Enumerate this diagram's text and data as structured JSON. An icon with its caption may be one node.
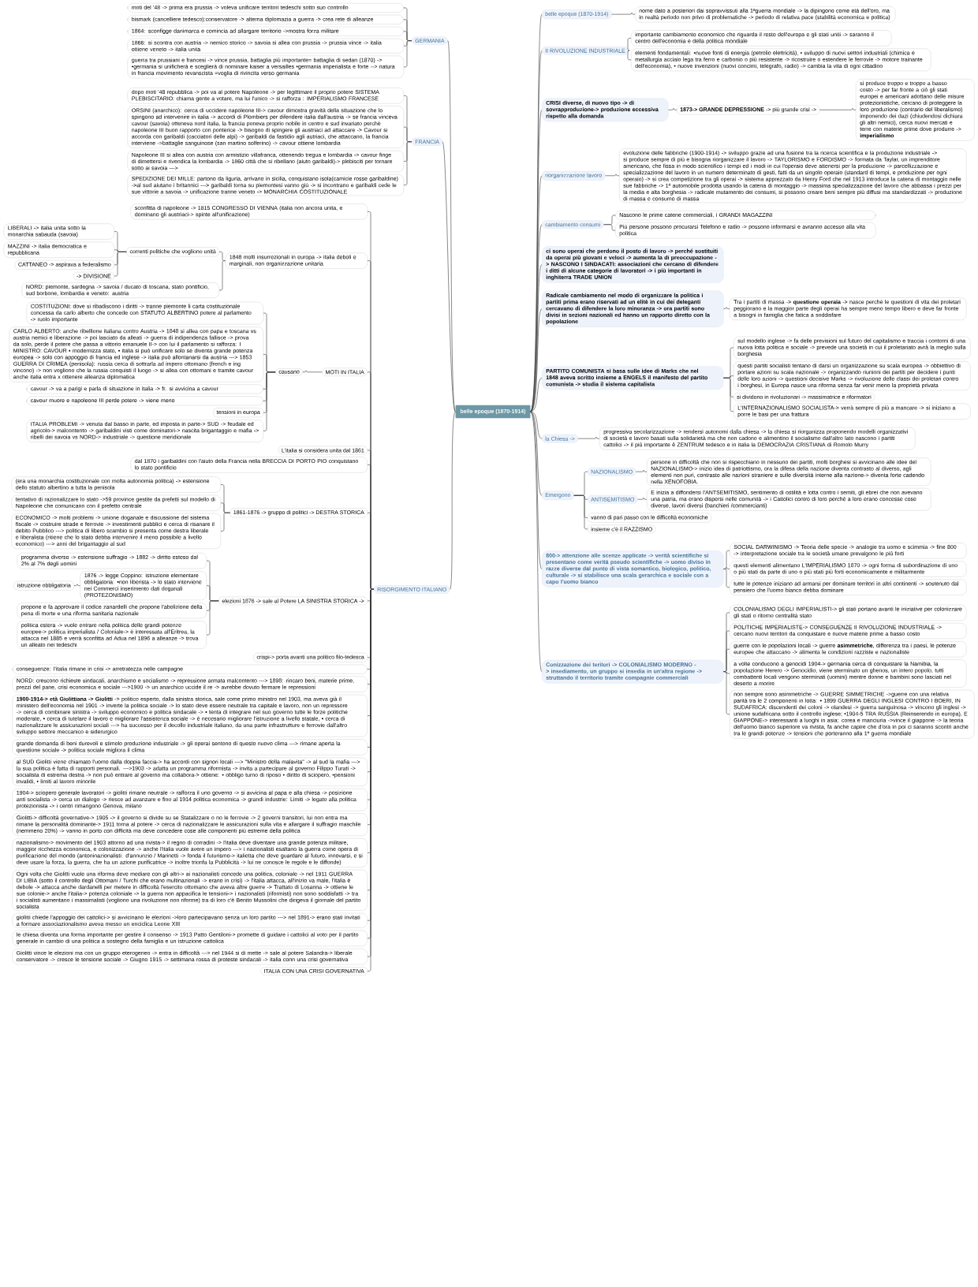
{
  "diagram": {
    "nodes": [
      {
        "text": [
          "belle epoque (1870-1914)"
        ]
      },
      {
        "text": [
          "GERMANIA"
        ]
      },
      {
        "text": [
          "moti del '48 -> prima era prussia -> voleva unificare territori tedeschi sotto suo controllo"
        ]
      },
      {
        "text": [
          "bismark (cancelliere tedesco):conservatore -> alterna diplomazia a guerra -> crea rete di alleanze"
        ]
      },
      {
        "text": [
          "1864: sconfigge danimarca e comincia ad allargare territorio ->mostra forza militare"
        ]
      },
      {
        "text": [
          "1866: si scontra con austria -> nemico storico -> savoia si allea con prussia -> prussia vince -> italia ottiene veneto -> italia unita"
        ]
      },
      {
        "text": [
          "guerra tra prussiani e francesi -> vince prussia, battaglia più importante= battaglia di sedan (1870) -> •germania si unificherà e sceglierà di nominare kaiser a versailles •germania imperialista e forte --> natura in francia movimento revanscista =voglia di rivincita verso germania"
        ]
      },
      {
        "text": [
          "FRANCIA"
        ]
      },
      {
        "text": [
          "dopo moti '48 repubblica -> poi va al potere Napoleone -> per legittimare il proprio potere SISTEMA PLEBISCITARIO: chiama gente a votare, ma lui l'unico -> si rafforza : IMPERIALISMO FRANCESE"
        ]
      },
      {
        "text": [
          "ORSINI (anarchico): cerca di uccidere napoleone III-> cavour dimostra gravità della situazione che lo spingono ad intervenire in italia -> accordi di Plombiers per difendere italia dall'austria -> se francia vinceva cavour (savoia) otteneva nord italia, la francia poneva proprio nobile in centro e sud invariato perchè napoleone III buon rapporto con ponterice -> bisogno di spingere gli austriaci ad attaccare -> Cavour si accorda con garibaldi (cacciatori delle alpi) -> garibaldi da fastidio agli autriaci, che attaccano, la francia interviene ->battaglie sanguinose (san martino solferino) -> cavour ottiene lombardia"
        ]
      },
      {
        "text": [
          "Napoleone III si allea con austria con armistizio villafranca, ottenendo tregua e lombardia -> cavour finge di dimettersi e rivendica la lombardia -> 1860 città che si ribellano (aiuto garibaldi)-> plebisciti per tornare sotto ai savoia --->"
        ]
      },
      {
        "text": [
          "SPEDIZIONE DEI MILLE: partono da liguria, arrivano in sicilia, conquistano isola(camicie rosse garibaldine) ->al sud aiutano i britannici ---> garibaldi torna su piemontesi vanno giù -> si incontrano e garibaldi cede le sue vittorie a savoia -> unificazione tranne veneto -> MONARCHIA COSTITUZIONALE"
        ]
      },
      {
        "text": [
          "RISORGIMENTO ITALIANO"
        ]
      },
      {
        "text": [
          "sconfitta di napoleone -> 1815 CONGRESSO DI VIENNA (italia non ancora unita, e dominano gli austriaci-> spinte all'unificazione)"
        ]
      },
      {
        "text": [
          "1848 molti insurrezionali in europa -> italia deboli e marginali, non organizzazione unitaria"
        ]
      },
      {
        "text": [
          "correnti politiche che vogliono unità"
        ]
      },
      {
        "text": [
          "LIBERALI -> italia unita sotto la monarchia sabauda (savoia)"
        ]
      },
      {
        "text": [
          "MAZZINI -> italia democratica e repubblicana"
        ]
      },
      {
        "text": [
          "CATTANEO -> aspirava a federalismo"
        ]
      },
      {
        "text": [
          "-> DIVISIONE"
        ]
      },
      {
        "text": [
          "NORD: piemonte, sardegna -> savoia / ducato di toscana, stato pontificio, sud borbone, lombardia e veneto: austria"
        ]
      },
      {
        "text": [
          "MOTI IN ITALIA"
        ]
      },
      {
        "text": [
          "causano"
        ]
      },
      {
        "text": [
          "COSTITUZIONI: dove si ribadiscono i diritti -> tranne piemonte li carta costituzionale concessa da carlo alberto che concede con STATUTO ALBERTINO potere al parlamento -> ruolo importante"
        ]
      },
      {
        "text": [
          "CARLO ALBERTO: anche ribellione italiana contro Austria -> 1848 si allea con papa e toscana vs austria nemici e liberazione -> poi lasciato da alleati -> guerra di indipendenza fallisce -> prova da solo, perde il potere che passa a vittorio emanuele II-> con lui il parlamento si rafforza: I MINISTRO: CAVOUR • modernizza stato, • italia si può unificare solo se diventa grande potenza europea -> solo con appoggio di francia ed inglese -> italia può allontanarsi da austria ---> 1853 GUERRA DI CRIMEA (penisola): russia cerca di sottrarla ad impero ottomano (french e ing vincono) -> non vogliono che la russia conquisti il luogo -> si allea con ottomani e tramite cavour anche italia entra x ottenere alleanza diplomatica"
        ]
      },
      {
        "text": [
          "cavour -> va a parigi e parla di situazione in italia -> fr. si avvicina a cavour"
        ]
      },
      {
        "text": [
          "cavour muore e napoleone III perde potere -> viene meno"
        ]
      },
      {
        "text": [
          "tensioni in europa"
        ]
      },
      {
        "text": [
          "ITALIA PROBLEMI -> venuta dal basso in parte, ed imposta in parte-> SUD -> feudale ed agricolo-> malcontento -> garibaldini visti come dominatori-> nascita brigantaggio e mafia -> ribelli dei savoia vs NORD-> industriale -> questione meridionale"
        ]
      },
      {
        "text": [
          "L'italia si considera unita dal 1861"
        ]
      },
      {
        "text": [
          "dal 1870 i garibaldini con l'aiuto della Francia nella BRECCIA DI PORTO PIO conquistano lo stato pontificio"
        ]
      },
      {
        "text": [
          "1861-1876 -> gruppo di politici -> DESTRA STORICA"
        ]
      },
      {
        "text": [
          "(era una monarchia costituzionale con molta autonomia politica) -> estensione dello statuto albertino a tutta la penisola"
        ]
      },
      {
        "text": [
          "tentativo di razionalizzare lo stato ->59 province gestite da prefetti sul modello di Napoleone che comunicano con il prefetto centrale"
        ]
      },
      {
        "text": [
          "ECONOMICO -> molti problemi -> unione doganale e discussione del sistema fiscale -> costruire strade e ferrovie -> investimenti pubblici e cerca di risanare il debito Pubblico ---> politica di libero scambio si presenta come destra liberale e liberalista (ritiene che lo stato debba intervenire il meno possibile a livello economico) ---> anni del brigantaggio al sud"
        ]
      },
      {
        "text": [
          "elezioni 1876 -> sale al Potere LA SINISTRA STORICA ->"
        ]
      },
      {
        "text": [
          "programma diverso -> estensione suffragio -> 1882 -> diritto esteso dal 2% al 7% degli uomini"
        ]
      },
      {
        "text": [
          "1876 -> legge Coppino: istruzione elementare obbligatoria: •non liberista -> lo stato interviene nei Commerci inserimento dati doganali (PROTEZONISMO)"
        ]
      },
      {
        "text": [
          "istruzione obbligatoria"
        ]
      },
      {
        "text": [
          "propone e fa approvare il codice zanardelli che propone l'abolizione della pena di morte e una riforma sanitaria nazionale"
        ]
      },
      {
        "text": [
          "politica estera -> vuole entrare nella politica delle grandi potenze europee-> politica imperialista / Coloniale-> è interessata all'Eritrea, la attacca nel 1885 e verrà sconfitta ad Adua nel 1896 a alleanze -> trova un alleato nei tedeschi"
        ]
      },
      {
        "text": [
          "crispi-> porta avanti una politico filo-tedesca"
        ]
      },
      {
        "text": [
          "conseguenze: l'italia rimane in crisi -> arretratezza nelle campagne"
        ]
      },
      {
        "text": [
          "NORD: crescono richieste sindacali, anarchismo e socialismo -> repressione armata malcontento ---> 1898: rincaro beni, materie prime, prezzi del pane, crisi economica e sociale --->1900 -> un anarchico uccide il re -> avrebbe dovuto fermare le repressioni"
        ]
      },
      {
        "text": [
          "**1900-1914-> età Giolittiana -> Giolitti** -> politico esperto, dalla sinistra storica, sale come primo ministro nel 1903, ma aveva già il ministero dell'economia nel 1901 -> inverte la politica sociale -> lo stato deve essere neutrale tra capitale e lavoro, non un repressore -> cerca di combinare sinistra -> sviluppo economico e politica sindacale -> • tenta di integrare nel suo governo tutte le forze politiche moderate, • cerca di tutelare il lavoro e migliorare l'assistenza sociale -> è necesario migliorare l'istruzione a livello statale, • cerca di nazionalizzare le assicurazioni sociali ---> ha successo per il decollo industriale italiano, da una parte infrastrutture e ferrovie dall'altro sviluppo settore meccanico e siderurgico"
        ]
      },
      {
        "text": [
          "grande domanda di beni durevoli e stimolo produzione industriale -> gli operai sentono di questo nuovo clima ---> rimane aperta la questione sociale -> politica sociale migliora il clima"
        ]
      },
      {
        "text": [
          "al SUD Giolitti viene chiamato l'uomo dalla doppia faccia-> ha accordi con signori locali ---> \"Ministro della malavita\" -> al sud la mafia ---> la sua politica è fatta di rapporti personali. --->1903 -> adatta un programma riformista -> invita a partecipare al governo Filippo Turati -> socialista di estrema destra -> non può entrare al governo ma collabora-> ottiene: • obbligo turno di riposo • diritto di sciopero, •pensioni invalidi, • limiti al lavoro minorile"
        ]
      },
      {
        "text": [
          "1904-> sciopero generale lavoratori -> giolitti rimane neutrale -> rafforza il uno governo -> si avvicina al papa e alla chiesa -> posizione anti socialista -> cerca un dialogo -> riesce ad avanzare e fino al 1914 politica economica -> grandi industrie: Limiti -> legato alla politica protezionista -> i centri rimangono Genova, milano"
        ]
      },
      {
        "text": [
          "Giolitti-> difficoltà governative-> 1905 -> il governo si divide su se Statalizzare o no le ferrovie -> 2 governi transitori, lui non entra ma rimane la personalità dominante-> 1911 torna al potere -> cerca di nazionalizzare le assicurazioni sulla vita e allargare il suffragio maschile (nemmeno 20%) -> vanno in porto con difficità ma deve concedere cose alle componenti più estreme della politica"
        ]
      },
      {
        "text": [
          "nazionalismo-> movimento del 1903 attorno ad una rivista-> il regno di corradini -> l'italia deve diventare una grande potenza militare, maggior ricchezza economica, e colonizzazione -> anche l'italia vuole avere un impero ---> i nazionalisti esaltano la guerra come opera di purificazione del mondo (antoninazionalisti: d'annunzio / Marinetti -> fonda il futurismo-> italietta che deve guardare al futuro, innovarsi, e si deve usare la forza, la guerra, che ha un azione purificatrice -> inoltre trionfa la Pubblicità -> lui ne conosce le regole e le diffonde)"
        ]
      },
      {
        "text": [
          "Ogni volta che Giolitti vuole una riforma deve mediare con gli altri-> ai nazionalisti concede una politica, coloniale -> nel 1911 GUERRA DI LIBIA (sotto il controllo degli Ottomani / Turchi che erano multinazionali -> erano in crisi) -> l'italia attacca, all'inizio va male, l'italia è debole -> attacca anche dardanelli per metere in difficoltà l'esercito ottomano che aveva altre guerre -> Trattato di Losanna -> ottiene le sue colonie-> anche l'italia-> potenza coloniale -> la guerra non appacifica le tensioni-> i nazionalisti (riformisti) non sono soddisfatti -> tra i socialisti aumentano i massimalisti (vogliono una rivoluzione non riforme) tra di loro c'è Benito Mussolini che dirigeva il giornale del partito socialista"
        ]
      },
      {
        "text": [
          "giolitti chiede l'appoggio dei cattolici-> si avvicinano le elezioni ->loro partecipavano senza un loro partito ---> nel 1891-> erano stati invitati a formare associazionalismo aveva messo un enciclica Leone XIII"
        ]
      },
      {
        "text": [
          "le chiesa diventa una forma importante per gestire il consenso -> 1913 Patto Gentiloni-> promette di guidare i cattolici al voto per il partito generale in cambio di una politica a sostegno della famiglia e un istruzione cattolica"
        ]
      },
      {
        "text": [
          "Giolitti vince le elezioni ma con un gruppo eterogeneo -> entra in difficoltà ---> nel 1944 si di mette -> sale al potere Salandra-> liberale conservatore -> cresce le tensione sociale -> Giugno 1915 -> settimana rossa di proteste sindacali -> italia conn una crisi governativa"
        ]
      },
      {
        "text": [
          "ITALIA CON UNA CRISI GOVERNATIVA"
        ]
      },
      {
        "text": [
          "belle epoque (1870-1914)"
        ]
      },
      {
        "text": [
          "nome dato a posteriori dai sopravvissuti alla 1ªguerra mondiale -> la dipingono come età dell'oro, ma in realtà periodo non privo di problematiche -> periodo di relativa pace (stabilità economica e politica)"
        ]
      },
      {
        "text": [
          "II RIVOLUZIONE INDUSTRIALE"
        ]
      },
      {
        "text": [
          "importante cambiamento economico che riguarda il resto dell'europa e gli stati uniti -> saranno il centro dell'economia e della politica mondiale"
        ]
      },
      {
        "text": [
          "elementi fondamentali: •nuove fonti di energia (petrolio elettricità), • sviluppo di nuovi settori industriali (chimica e metallurgia acciaio lega tra ferro e carbonio o più resistente -> ricostruire o estendere le ferrovie -> motore trainante dell'economia), • nuove invenzioni (nuovi concimi, telegrafo, radio) -> cambia la vita di ogni cittadino"
        ]
      },
      {
        "text": [
          "CRISI diverse, di nuovo tipo -> di sovrapproduzione-> produzione eccessiva rispetto alla domanda"
        ]
      },
      {
        "text": [
          "**1873-> GRANDE DEPRESSIONE** -> più grande crisi ->"
        ]
      },
      {
        "text": [
          "si produce troppo e troppo a basso costo -> per far fronte a ciò gli stati europei e americani adottano delle misure protezionistiche, cercano di proteggere la loro produzione (contrario del liberalismo) imponendo dei dazi (chiudendosi dichiara gli altri nemici), cerca nuovi mercati e terre con materie prime dove produrre -> **imperialismo**"
        ]
      },
      {
        "text": [
          "riorganizzazione lavoro"
        ]
      },
      {
        "text": [
          "evoluzione delle fabbriche (1900-1914) -> sviluppo grazie ad una fusione tra la ricerca scientifica e la produzione industriale -> si produce sempre di più e bisogna riorganizzare il lavoro -> TAYLORISMO e FORDISMO -> formata da Taylar, un imprenditore americano, che fissa in modo scientifico i tempi ed i modi in cui l'operaio deve attenersi per la produzione -> parcellizzazione e specializzazione del lavoro in un numero determinato di gesti, fatti da un singolo operaio (standard di tempi, e produzione per ogni operaio) -> si crea competizione tra gli operai -> sistema apprezzato da Henry Ford che nel 1913 introduce la catena di montaggio nelle sue fabbriche -> 1ª automobile prodotta usando la catena di montaggio -> massima specializzazione del lavoro che abbassa i prezzi per la media e alta borghesia -> radicale mutamento dei consumi, si possono creare beni sempre più diffusi ma standardizzati -> produzione di massa e consumo di massa"
        ]
      },
      {
        "text": [
          "cambiamento consumi"
        ]
      },
      {
        "text": [
          "Nascono le prime catene commerciali, i GRANDI MAGAZZINI"
        ]
      },
      {
        "text": [
          "Più persone possono procurarsi Telefono e radio -> possono informarsi e avranno accesso alla vita politica"
        ]
      },
      {
        "text": [
          "ci sono operai che perdono il posto di lavoro -> perché sostituiti da operai più giovani e veloci -> aumenta la di preoccupazione -> NASCONO I SINDACATI: associazioni che cercano di difendere i ditti di alcune categorie di lavoratori -> i più importanti in inghiterra TRADE UNION"
        ]
      },
      {
        "text": [
          "Radicale cambiamento nel modo di organizzare la politica i partiti prima erano riservati ad un elitè in cui dei deleganti cercavano di difendere la loro minoranza -> ora partiti sono divisi in sezioni nazionali ed hanno un rapporto diretto con la popolazione"
        ]
      },
      {
        "text": [
          "Tra i partiti di massa -> **questione operaia** -> nasce perché le questioni di vita dei proletari peggiorano e la maggior parte degli operai ha sempre meno tempo libero e deve far fronte a bisogni in famiglia che fatica a soddisfare"
        ]
      },
      {
        "text": [
          "PARTITO COMUNISTA si basa sulle idee di Marks che nel 1848 aveva scritto insieme a ENGELS il manifesto del partito comunista -> studia il sistema capitalista"
        ]
      },
      {
        "text": [
          "sul modello inglese -> fa delle previsioni sul futuro del capitalismo e traccia i contorni di una nuova lotta politica e sociale -> prevede una società in cui il proletariato avrà la meglio sulla borghesia"
        ]
      },
      {
        "text": [
          "questi partiti socialisti tentano di darsi un organizzazione su scala europea -> obbiettivo di portare azioni su scala nazionale -> organizzando riunioni dei partiti per decidere i punti delle loro azioni -> questioni decisive Marks -> rivoluzione delle classi dei proletari contro i borghesi, in Europa nasce una riforma senza far venir meno la proprietà privata"
        ]
      },
      {
        "text": [
          "si dividono in rivoluzionari -> massimatrice e riformatori"
        ]
      },
      {
        "text": [
          "L'INTERNAZIONALISMO SOCIALISTA-> verrà sempre di più a mancare -> si iniziano a porre le basi per una frattura"
        ]
      },
      {
        "text": [
          "la Chiesa ->"
        ]
      },
      {
        "text": [
          "progressiva secolarizzazione -> rendersi autonomi dalla chiesa -> la chiesa si riorganizza proponendo modelli organizzativi di società e lavoro basati sulla solidarietà ma che non cadono e alimentino il socialismo dall'altro lato nascono i partiti cattolici -> il più importante è ZENTRUM tedesco e in italia la DEMOCRAZIA CRISTIANA di Romolo Murry"
        ]
      },
      {
        "text": [
          "Emergono"
        ]
      },
      {
        "text": [
          "NAZIONALISMO"
        ]
      },
      {
        "text": [
          "persone in difficoltà che non si rispecchiano in nessuno dei partiti, molti borghesi si avvicinano alle idee del NAZIONALISMO-> inizio idea di patriottismo, ora la difesa della nazione diventa contrasto al diverso, agli elementi non puri, contrasto alle nazioni straniere e sulle diversità interne alla nazione-> diventa forte cadendo nella XENOFOBIA."
        ]
      },
      {
        "text": [
          "ANTISEMITISMO"
        ]
      },
      {
        "text": [
          "E inizia a diffondersi l'ANTSEMITISMO, sentimento di ostilità e lotta contro i semiti, gli ebrei che non avevano una patria, ma erano dispersi nelle comunità -> i Cattolici contro di loro perché a loro erano concesse cose diverse, lavori diversi (banchieri /commercianti)"
        ]
      },
      {
        "text": [
          "vanno di pari passo con le difficoltà economiche"
        ]
      },
      {
        "text": [
          "insieme c'è il RAZZISMO"
        ]
      },
      {
        "text": [
          "800-> attenzione alle scenze applicate -> verità scientifiche si presentano come verità pseudo scientifiche -> uomo diviso in razze diverse dal punto di vista somantico, biologico, politico, culturale -> si stabilisce una scala gerarchica e sociale con a capo l'uomo bianco"
        ]
      },
      {
        "text": [
          "SOCIAL DARWINISMO -> Teoria delle specie -> analogie tra uomo e scimmia -> fine 800 -> interpretazione sociale tra le società umane prevalgono le più forti"
        ]
      },
      {
        "text": [
          "questi elementi alimentano L'IMPERIALISMO 1870 -> ogni forma di subordinazione di uno o più stati da parte di uno o più stati più forti economicamente e militarmente"
        ]
      },
      {
        "text": [
          "tutte le potenze iniziano ad armarsi per dominare territori in altri continenti -> sostenuto dal pensiero che l'uomo bianco debba dominare"
        ]
      },
      {
        "text": [
          "Conizzazione dei teritori -> COLONIALISMO MODERNO -> insediamento, un gruppo si insedia in un'altra regione -> struttando il territorio tramite compagnie commerciali"
        ]
      },
      {
        "text": [
          "COLONIALISMO DEGLI IMPERIALISTI-> gli stati portano avanti le iniziative per colonizzare gli stati o ritorno centralità stato"
        ]
      },
      {
        "text": [
          "POLITICHE IMPERIALISTE-> CONSEGUENZE II RIVOLUZIONE INDUSTRIALE -> cercano nuovi territori da conquistare e nuove materie prime a basso costo"
        ]
      },
      {
        "text": [
          "guerre con le popolazioni locali -> guerre **asimmetriche**, differenza tra i paesi, le potenze europee che attaccano -> alimenta le condizioni razziste e nazionaliste"
        ]
      },
      {
        "text": [
          "a volte conducono a genocidi 1904-> germania cerca di conquistare la Namibia, la popolazione Herero -> Genocidio, viene sterminato un ghenos, un intero popolo, tutti combattenti locali vengono sterminati (uomini) mentre donne e bambini sono lasciati nel deserto a morire"
        ]
      },
      {
        "text": [
          "non sempre sono asimmetriche -> GUERRE SIMMETRICHE ->guerre con una relativa parità tra le 2 componenti in lotta: • 1899 GUERRA DEGLI INGLESI CONTRO I BOERI, IN SUDAFRICA: discendenti dei coloni -> olandesi -> guerra sanguinosa -> vincono gli inglesi -> unione sudafricana sotto il controllo inglese; •1904-5 TRA RUSSIA (Reinserendo in europa), E GIAPPONE-> interessanti a luoghi in asia: corea e manciuria ->vince il giappone -> la teoria dell'uomo bianco superiore va rivista, fa anche capire che d'ora in poi ci saranno scontri anche tra le grandi potenze -> tensioni che porteranno alla 1ª guerra mondiale"
        ]
      }
    ],
    "edges": [
      {
        "from": 0,
        "to": 1,
        "arrow": "none"
      },
      {
        "from": 1,
        "to": 2,
        "arrow": "none"
      },
      {
        "from": 1,
        "to": 3,
        "arrow": "none"
      },
      {
        "from": 1,
        "to": 4,
        "arrow": "none"
      },
      {
        "from": 1,
        "to": 5,
        "arrow": "none"
      },
      {
        "from": 1,
        "to": 6,
        "arrow": "none"
      },
      {
        "from": 0,
        "to": 7,
        "arrow": "none"
      },
      {
        "from": 7,
        "to": 8,
        "arrow": "none"
      },
      {
        "from": 7,
        "to": 9,
        "arrow": "none"
      },
      {
        "from": 7,
        "to": 10,
        "arrow": "none"
      },
      {
        "from": 7,
        "to": 11,
        "arrow": "none"
      },
      {
        "from": 0,
        "to": 12,
        "arrow": "none"
      },
      {
        "from": 12,
        "to": 13,
        "arrow": "none"
      },
      {
        "from": 12,
        "to": 14,
        "arrow": "none"
      },
      {
        "from": 14,
        "to": 15,
        "arrow": "none"
      },
      {
        "from": 15,
        "to": 16,
        "arrow": "none"
      },
      {
        "from": 15,
        "to": 17,
        "arrow": "none"
      },
      {
        "from": 15,
        "to": 18,
        "arrow": "none"
      },
      {
        "from": 15,
        "to": 19,
        "arrow": "none"
      },
      {
        "from": 14,
        "to": 20,
        "arrow": "none"
      },
      {
        "from": 12,
        "to": 21,
        "arrow": "none"
      },
      {
        "from": 21,
        "to": 22,
        "arrow": "none"
      },
      {
        "from": 22,
        "to": 23,
        "arrow": "none"
      },
      {
        "from": 22,
        "to": 24,
        "arrow": "none"
      },
      {
        "from": 22,
        "to": 25,
        "arrow": "none"
      },
      {
        "from": 22,
        "to": 26,
        "arrow": "none"
      },
      {
        "from": 22,
        "to": 27,
        "arrow": "none"
      },
      {
        "from": 22,
        "to": 28,
        "arrow": "none"
      },
      {
        "from": 12,
        "to": 29,
        "arrow": "none"
      },
      {
        "from": 12,
        "to": 30,
        "arrow": "none"
      },
      {
        "from": 12,
        "to": 31,
        "arrow": "none"
      },
      {
        "from": 31,
        "to": 32,
        "arrow": "none"
      },
      {
        "from": 31,
        "to": 33,
        "arrow": "none"
      },
      {
        "from": 31,
        "to": 34,
        "arrow": "none"
      },
      {
        "from": 12,
        "to": 35,
        "arrow": "none"
      },
      {
        "from": 35,
        "to": 36,
        "arrow": "none"
      },
      {
        "from": 35,
        "to": 37,
        "arrow": "none"
      },
      {
        "from": 37,
        "to": 38,
        "arrow": "none"
      },
      {
        "from": 35,
        "to": 39,
        "arrow": "none"
      },
      {
        "from": 35,
        "to": 40,
        "arrow": "none"
      },
      {
        "from": 12,
        "to": 41,
        "arrow": "none"
      },
      {
        "from": 12,
        "to": 42,
        "arrow": "none"
      },
      {
        "from": 12,
        "to": 43,
        "arrow": "none"
      },
      {
        "from": 12,
        "to": 44,
        "arrow": "none"
      },
      {
        "from": 12,
        "to": 45,
        "arrow": "none"
      },
      {
        "from": 12,
        "to": 46,
        "arrow": "none"
      },
      {
        "from": 12,
        "to": 47,
        "arrow": "none"
      },
      {
        "from": 12,
        "to": 48,
        "arrow": "none"
      },
      {
        "from": 12,
        "to": 49,
        "arrow": "none"
      },
      {
        "from": 12,
        "to": 50,
        "arrow": "none"
      },
      {
        "from": 12,
        "to": 51,
        "arrow": "none"
      },
      {
        "from": 12,
        "to": 52,
        "arrow": "none"
      },
      {
        "from": 12,
        "to": 53,
        "arrow": "none"
      },
      {
        "from": 12,
        "to": 54,
        "arrow": "none"
      },
      {
        "from": 0,
        "to": 55,
        "arrow": "none"
      },
      {
        "from": 55,
        "to": 56,
        "arrow": "none"
      },
      {
        "from": 0,
        "to": 57,
        "arrow": "none"
      },
      {
        "from": 57,
        "to": 58,
        "arrow": "none"
      },
      {
        "from": 57,
        "to": 59,
        "arrow": "none"
      },
      {
        "from": 0,
        "to": 60,
        "arrow": "none"
      },
      {
        "from": 60,
        "to": 61,
        "arrow": "none"
      },
      {
        "from": 61,
        "to": 62,
        "arrow": "none"
      },
      {
        "from": 0,
        "to": 63,
        "arrow": "none"
      },
      {
        "from": 63,
        "to": 64,
        "arrow": "none"
      },
      {
        "from": 0,
        "to": 65,
        "arrow": "none"
      },
      {
        "from": 65,
        "to": 66,
        "arrow": "none"
      },
      {
        "from": 65,
        "to": 67,
        "arrow": "none"
      },
      {
        "from": 0,
        "to": 68,
        "arrow": "none"
      },
      {
        "from": 0,
        "to": 69,
        "arrow": "none"
      },
      {
        "from": 69,
        "to": 70,
        "arrow": "none"
      },
      {
        "from": 0,
        "to": 71,
        "arrow": "none"
      },
      {
        "from": 71,
        "to": 72,
        "arrow": "none"
      },
      {
        "from": 71,
        "to": 73,
        "arrow": "none"
      },
      {
        "from": 71,
        "to": 74,
        "arrow": "none"
      },
      {
        "from": 71,
        "to": 75,
        "arrow": "none"
      },
      {
        "from": 0,
        "to": 76,
        "arrow": "none"
      },
      {
        "from": 76,
        "to": 77,
        "arrow": "none"
      },
      {
        "from": 0,
        "to": 78,
        "arrow": "none"
      },
      {
        "from": 78,
        "to": 79,
        "arrow": "none"
      },
      {
        "from": 79,
        "to": 80,
        "arrow": "none"
      },
      {
        "from": 78,
        "to": 81,
        "arrow": "none"
      },
      {
        "from": 81,
        "to": 82,
        "arrow": "none"
      },
      {
        "from": 78,
        "to": 83,
        "arrow": "none"
      },
      {
        "from": 78,
        "to": 84,
        "arrow": "none"
      },
      {
        "from": 0,
        "to": 85,
        "arrow": "none"
      },
      {
        "from": 85,
        "to": 86,
        "arrow": "none"
      },
      {
        "from": 85,
        "to": 87,
        "arrow": "none"
      },
      {
        "from": 85,
        "to": 88,
        "arrow": "none"
      },
      {
        "from": 0,
        "to": 89,
        "arrow": "none"
      },
      {
        "from": 89,
        "to": 90,
        "arrow": "none"
      },
      {
        "from": 89,
        "to": 91,
        "arrow": "none"
      },
      {
        "from": 89,
        "to": 92,
        "arrow": "none"
      },
      {
        "from": 89,
        "to": 93,
        "arrow": "none"
      },
      {
        "from": 89,
        "to": 94,
        "arrow": "none"
      }
    ]
  }
}
